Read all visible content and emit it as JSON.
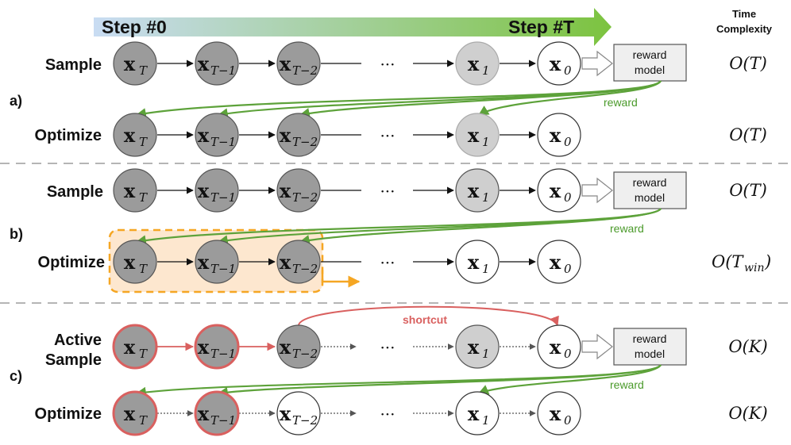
{
  "header": {
    "step_start": "Step #0",
    "step_end": "Step #T",
    "time_complexity_line1": "Time",
    "time_complexity_line2": "Complexity",
    "colors": {
      "arrow_start": "#c9dcf3",
      "arrow_end": "#7cc33f"
    }
  },
  "nodes": {
    "xT": {
      "main": "x",
      "sub": "T"
    },
    "xT1": {
      "main": "x",
      "sub": "T−1"
    },
    "xT2": {
      "main": "x",
      "sub": "T−2"
    },
    "x1": {
      "main": "x",
      "sub": "1"
    },
    "x0": {
      "main": "x",
      "sub": "0"
    },
    "ellipsis": "···"
  },
  "sections": {
    "a": {
      "label": "a)",
      "sample_label": "Sample",
      "optimize_label": "Optimize",
      "reward_model_line1": "reward",
      "reward_model_line2": "model",
      "reward_label": "reward",
      "sample_complexity": {
        "main": "O(T)"
      },
      "optimize_complexity": {
        "main": "O(T)"
      }
    },
    "b": {
      "label": "b)",
      "sample_label": "Sample",
      "optimize_label": "Optimize",
      "reward_model_line1": "reward",
      "reward_model_line2": "model",
      "reward_label": "reward",
      "sample_complexity": {
        "main": "O(T)"
      },
      "optimize_complexity": {
        "pre": "O(T",
        "sub": "win",
        "post": ")"
      }
    },
    "c": {
      "label": "c)",
      "sample_label_line1": "Active",
      "sample_label_line2": "Sample",
      "optimize_label": "Optimize",
      "reward_model_line1": "reward",
      "reward_model_line2": "model",
      "reward_label": "reward",
      "shortcut_label": "shortcut",
      "sample_complexity": {
        "main": "O(K)"
      },
      "optimize_complexity": {
        "main": "O(K)"
      }
    }
  },
  "colors": {
    "node_dark": "#9b9b9b",
    "node_light": "#cfcfcf",
    "node_white": "#ffffff",
    "green": "#5da23a",
    "red": "#d9605f",
    "orange": "#f5a623",
    "window_fill": "#fde7cf",
    "divider": "#b5b5b5",
    "reward_box": "#efefef"
  }
}
